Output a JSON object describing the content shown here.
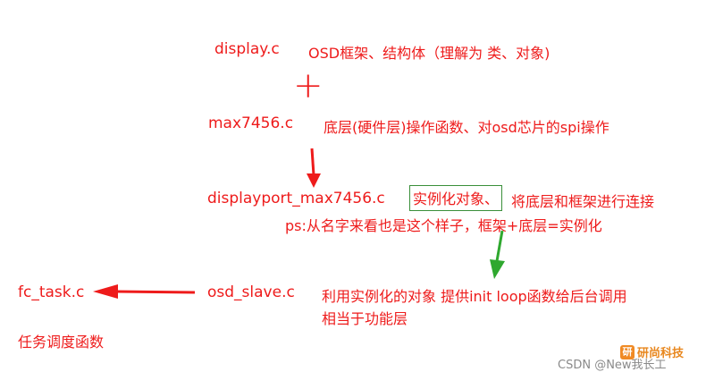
{
  "nodes": {
    "display": {
      "name": "display.c",
      "desc": "OSD框架、结构体（理解为 类、对象)"
    },
    "plus": "+",
    "max7456": {
      "name": "max7456.c",
      "desc": "底层(硬件层)操作函数、对osd芯片的spi操作"
    },
    "displayport": {
      "name": "displayport_max7456.c",
      "boxed": "实例化对象、",
      "desc": "将底层和框架进行连接",
      "note": "ps:从名字来看也是这个样子，框架+底层=实例化"
    },
    "osd_slave": {
      "name": "osd_slave.c",
      "desc_line1": "利用实例化的对象 提供init  loop函数给后台调用",
      "desc_line2": "相当于功能层"
    },
    "fc_task": {
      "name": "fc_task.c",
      "desc": "任务调度函数"
    }
  },
  "watermark": {
    "text": "CSDN @New我长工",
    "logo_text": "研尚科技",
    "logo_mark": "研"
  },
  "colors": {
    "text": "#ee1b1b",
    "arrow_red": "#ee1b1b",
    "arrow_green": "#2fa82f",
    "box_border": "#3a8f3a"
  }
}
